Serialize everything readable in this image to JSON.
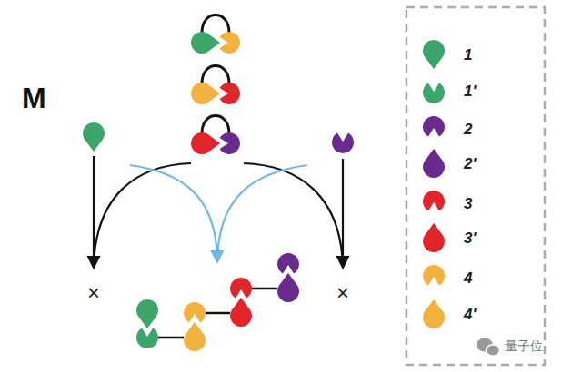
{
  "diagram": {
    "labels": [
      "M",
      "×",
      "×",
      "量子位"
    ],
    "legend": [
      {
        "text": "1",
        "color": "#3ba56a"
      },
      {
        "text": "1'",
        "color": "#3ba56a"
      },
      {
        "text": "2",
        "color": "#6a2b8e"
      },
      {
        "text": "2'",
        "color": "#6a2b8e"
      },
      {
        "text": "3",
        "color": "#e1262b"
      },
      {
        "text": "3'",
        "color": "#e1262b"
      },
      {
        "text": "4",
        "color": "#f2b23f"
      },
      {
        "text": "4'",
        "color": "#f2b23f"
      }
    ]
  }
}
